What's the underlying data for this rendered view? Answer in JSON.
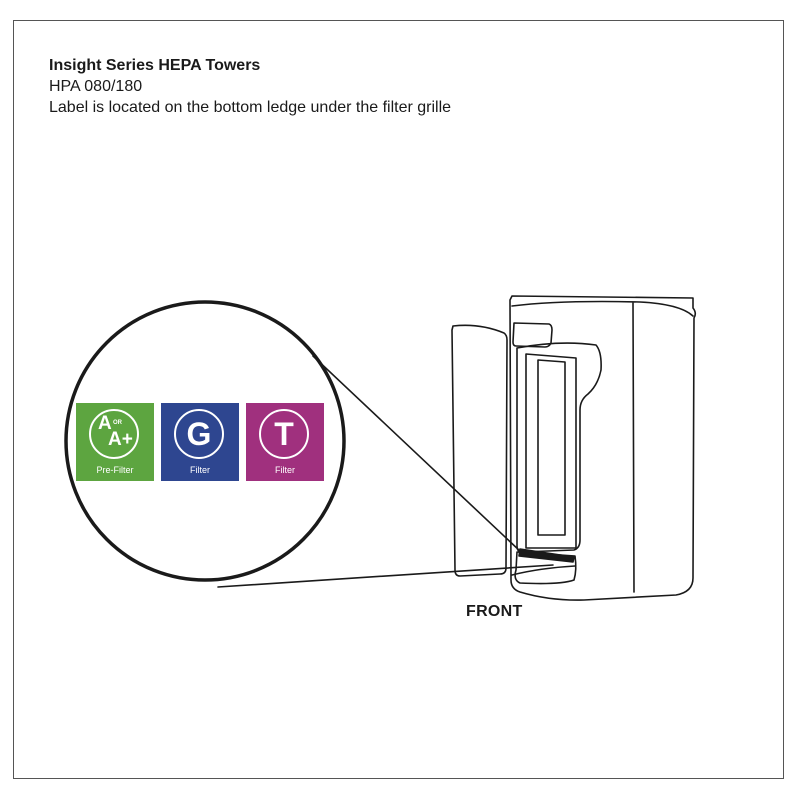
{
  "header": {
    "title": "Insight Series HEPA Towers",
    "model": "HPA 080/180",
    "note": "Label is located on the bottom ledge under the filter grille"
  },
  "labels": {
    "front": "FRONT"
  },
  "badges": [
    {
      "id": "prefilter",
      "letter_top": "A",
      "or_text": "OR",
      "letter_bottom": "A+",
      "caption": "Pre-Filter",
      "color": "#5da540"
    },
    {
      "id": "g",
      "letter": "G",
      "caption": "Filter",
      "color": "#2e4690"
    },
    {
      "id": "t",
      "letter": "T",
      "caption": "Filter",
      "color": "#a0307e"
    }
  ],
  "colors": {
    "line": "#1a1a1a",
    "frame": "#555555"
  }
}
